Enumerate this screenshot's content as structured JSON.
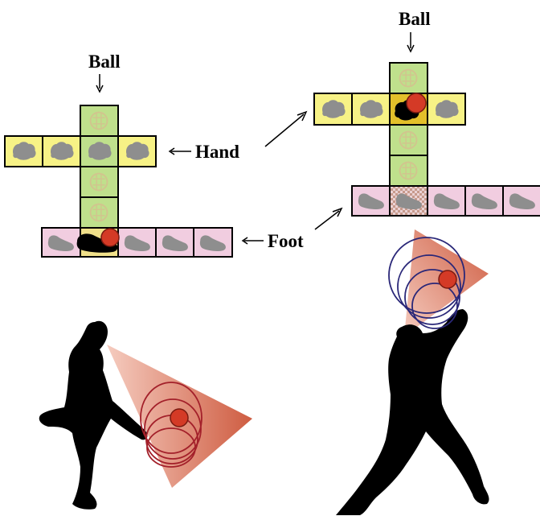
{
  "labels": {
    "ball_left": "Ball",
    "ball_right": "Ball",
    "hand": "Hand",
    "foot": "Foot"
  },
  "colors": {
    "hand_cell": "#f7f286",
    "hand_cell_active": "#e3c02a",
    "column_cell": "#bfe08c",
    "foot_cell": "#f1cde0",
    "cell_border": "#000000",
    "glyph": "#8e8e8e",
    "ball": "#d43a26",
    "cone": "#c94a2c",
    "left_rings": "#a3202a",
    "right_rings": "#2a2778",
    "silhouette": "#000000"
  },
  "icons": {
    "hand": "hand-shape-icon",
    "foot": "foot-shape-icon",
    "ball": "ball-icon"
  }
}
